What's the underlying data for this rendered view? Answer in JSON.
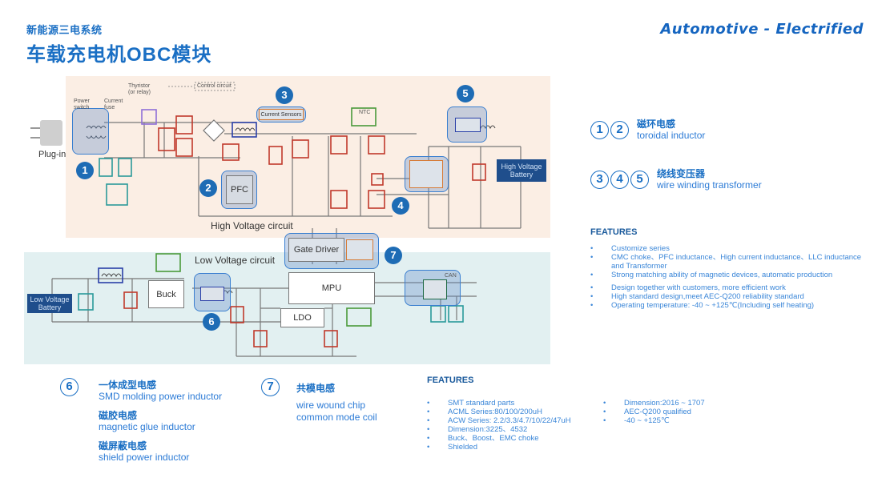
{
  "header": {
    "subtitle": "新能源三电系统",
    "title": "车载充电机OBC模块",
    "brand": "Automotive - Electrified"
  },
  "diagram": {
    "labels": {
      "plug_in": "Plug-in",
      "thyristor": "Thyristor\n(or relay)",
      "control_circuit": "Control circuit",
      "power_switch": "Power\nswitch",
      "current_fuse": "Current\nfuse",
      "current_sensors": "Current Sensors",
      "ntc": "NTC",
      "pfc": "PFC",
      "high_voltage_circuit": "High Voltage circuit",
      "high_voltage_battery": "High Voltage Battery",
      "low_voltage_circuit": "Low Voltage circuit",
      "low_voltage_battery": "Low Voltage Battery",
      "gate_driver": "Gate Driver",
      "mpu": "MPU",
      "buck": "Buck",
      "ldo": "LDO",
      "can": "CAN"
    },
    "badges": [
      "1",
      "2",
      "3",
      "4",
      "5",
      "6",
      "7"
    ]
  },
  "legend": {
    "group1": {
      "numbers": [
        "1",
        "2"
      ],
      "cn": "磁环电感",
      "en": "toroidal inductor"
    },
    "group2": {
      "numbers": [
        "3",
        "4",
        "5"
      ],
      "cn": "绕线变压器",
      "en": "wire winding transformer"
    }
  },
  "features_right": {
    "title": "FEATURES",
    "items": [
      "Customize series",
      "CMC choke、PFC inductance、High current inductance、LLC inductance and Transformer",
      "Strong matching ability of magnetic devices, automatic production",
      "Design together with customers, more efficient work",
      "High standard design,meet AEC-Q200 reliability standard",
      "Operating temperature: -40 ~ +125℃(Including self heating)"
    ]
  },
  "bottom": {
    "item6": {
      "number": "6",
      "entries": [
        {
          "cn": "一体成型电感",
          "en": "SMD molding power inductor"
        },
        {
          "cn": "磁胶电感",
          "en": "magnetic glue inductor"
        },
        {
          "cn": "磁屏蔽电感",
          "en": "shield power inductor"
        }
      ]
    },
    "item7": {
      "number": "7",
      "cn": "共模电感",
      "en_line1": "wire wound chip",
      "en_line2": "common mode coil"
    },
    "features": {
      "title": "FEATURES",
      "col1": [
        "SMT standard parts",
        "ACML Series:80/100/200uH",
        "ACW Series: 2.2/3.3/4.7/10/22/47uH",
        "Dimension:3225、4532",
        "Buck、Boost、EMC choke",
        "Shielded"
      ],
      "col2": [
        "Dimension:2016 ~ 1707",
        "AEC-Q200 qualified",
        "-40 ~ +125℃"
      ]
    }
  }
}
